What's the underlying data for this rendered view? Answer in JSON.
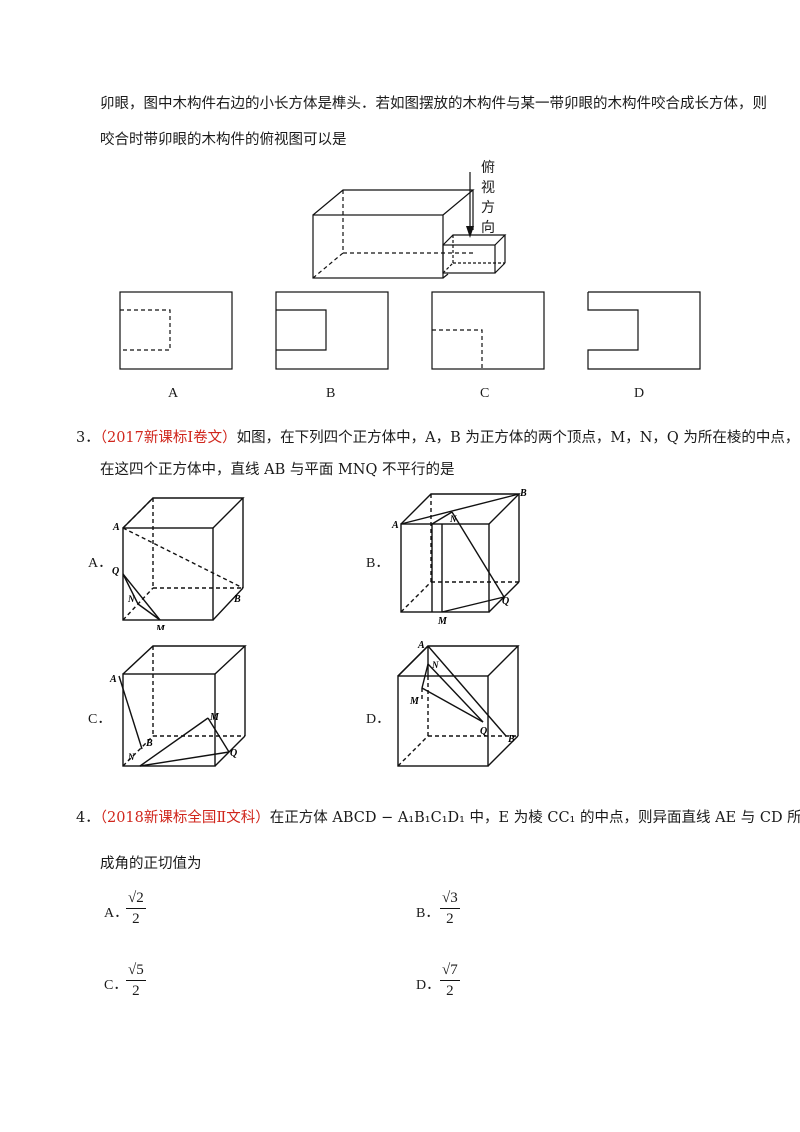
{
  "q2": {
    "line1": "卯眼，图中木构件右边的小长方体是榫头．若如图摆放的木构件与某一带卯眼的木构件咬合成长方体，则",
    "line2": "咬合时带卯眼的木构件的俯视图可以是",
    "view_label": [
      "俯",
      "视",
      "方",
      "向"
    ],
    "options": [
      "A",
      "B",
      "C",
      "D"
    ]
  },
  "q3": {
    "number": "3．",
    "source": "（2017新课标Ⅰ卷文）",
    "line1_rest": "如图，在下列四个正方体中，A，B 为正方体的两个顶点，M，N，Q 为所在棱的中点，则",
    "line2": "在这四个正方体中，直线 AB 与平面 MNQ 不平行的是",
    "options": [
      "A．",
      "B．",
      "C．",
      "D．"
    ],
    "labels": {
      "A": "A",
      "B": "B",
      "M": "M",
      "N": "N",
      "Q": "Q"
    }
  },
  "q4": {
    "number": "4．",
    "source": "（2018新课标全国Ⅱ文科）",
    "line1_rest": "在正方体 ABCD − A₁B₁C₁D₁ 中，E 为棱 CC₁ 的中点，则异面直线 AE 与 CD 所",
    "line2": "成角的正切值为",
    "choices": [
      {
        "label": "A．",
        "num": "√2",
        "den": "2"
      },
      {
        "label": "B．",
        "num": "√3",
        "den": "2"
      },
      {
        "label": "C．",
        "num": "√5",
        "den": "2"
      },
      {
        "label": "D．",
        "num": "√7",
        "den": "2"
      }
    ]
  }
}
